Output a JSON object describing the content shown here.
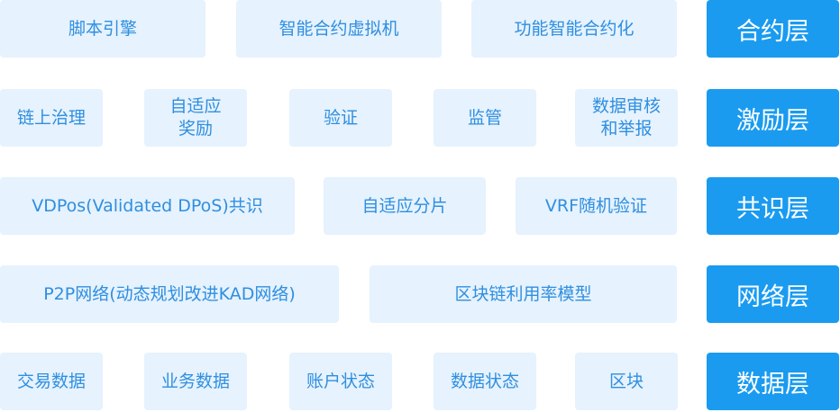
{
  "layers": [
    {
      "name": "合约层",
      "items": [
        "脚本引擎",
        "智能合约虚拟机",
        "功能智能合约化"
      ]
    },
    {
      "name": "激励层",
      "items": [
        "链上治理",
        "自适应\n奖励",
        "验证",
        "监管",
        "数据审核\n和举报"
      ]
    },
    {
      "name": "共识层",
      "items": [
        "VDPos(Validated DPoS)共识",
        "自适应分片",
        "VRF随机验证"
      ]
    },
    {
      "name": "网络层",
      "items": [
        "P2P网络(动态规划改进KAD网络)",
        "区块链利用率模型"
      ]
    },
    {
      "name": "数据层",
      "items": [
        "交易数据",
        "业务数据",
        "账户状态",
        "数据状态",
        "区块"
      ]
    }
  ]
}
